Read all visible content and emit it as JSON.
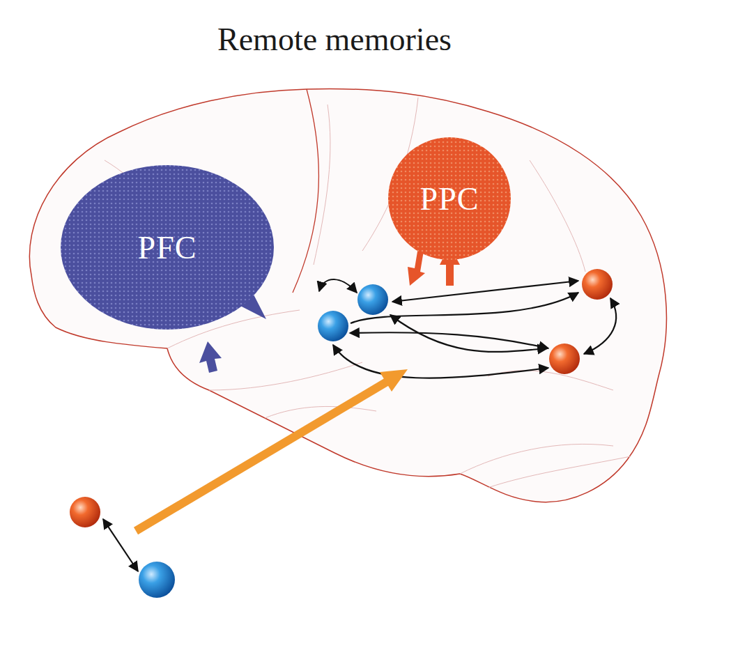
{
  "diagram": {
    "title": "Remote memories",
    "nodes": [
      {
        "text": [
          "PFC"
        ]
      },
      {
        "text": [
          "PPC"
        ]
      }
    ]
  }
}
